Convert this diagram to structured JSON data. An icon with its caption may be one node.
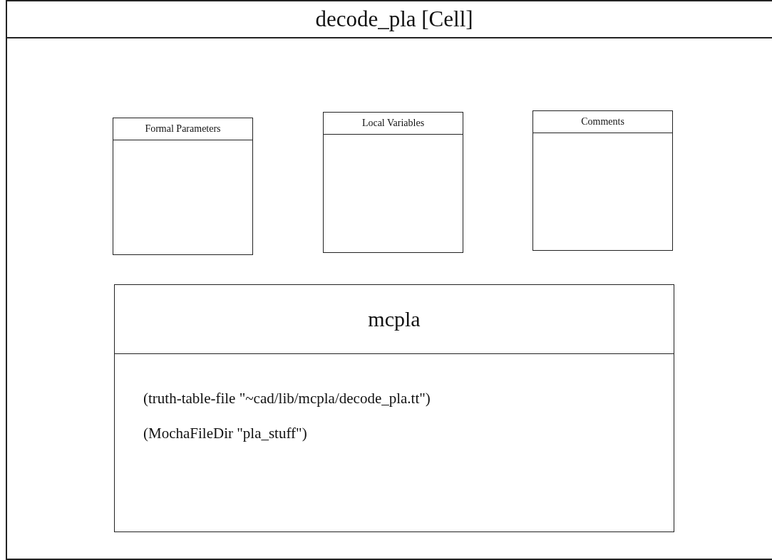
{
  "diagram": {
    "nodes": [
      {
        "text": [
          "decode_pla [Cell]"
        ]
      },
      {
        "text": [
          "Formal Parameters"
        ],
        "in": 0
      },
      {
        "text": [
          "Local Variables"
        ],
        "in": 0
      },
      {
        "text": [
          "Comments"
        ],
        "in": 0
      },
      {
        "text": [
          "mcpla",
          "(truth-table-file \"~cad/lib/mcpla/decode_pla.tt\")",
          "(MochaFileDir \"pla_stuff\")"
        ],
        "in": 0
      }
    ]
  }
}
